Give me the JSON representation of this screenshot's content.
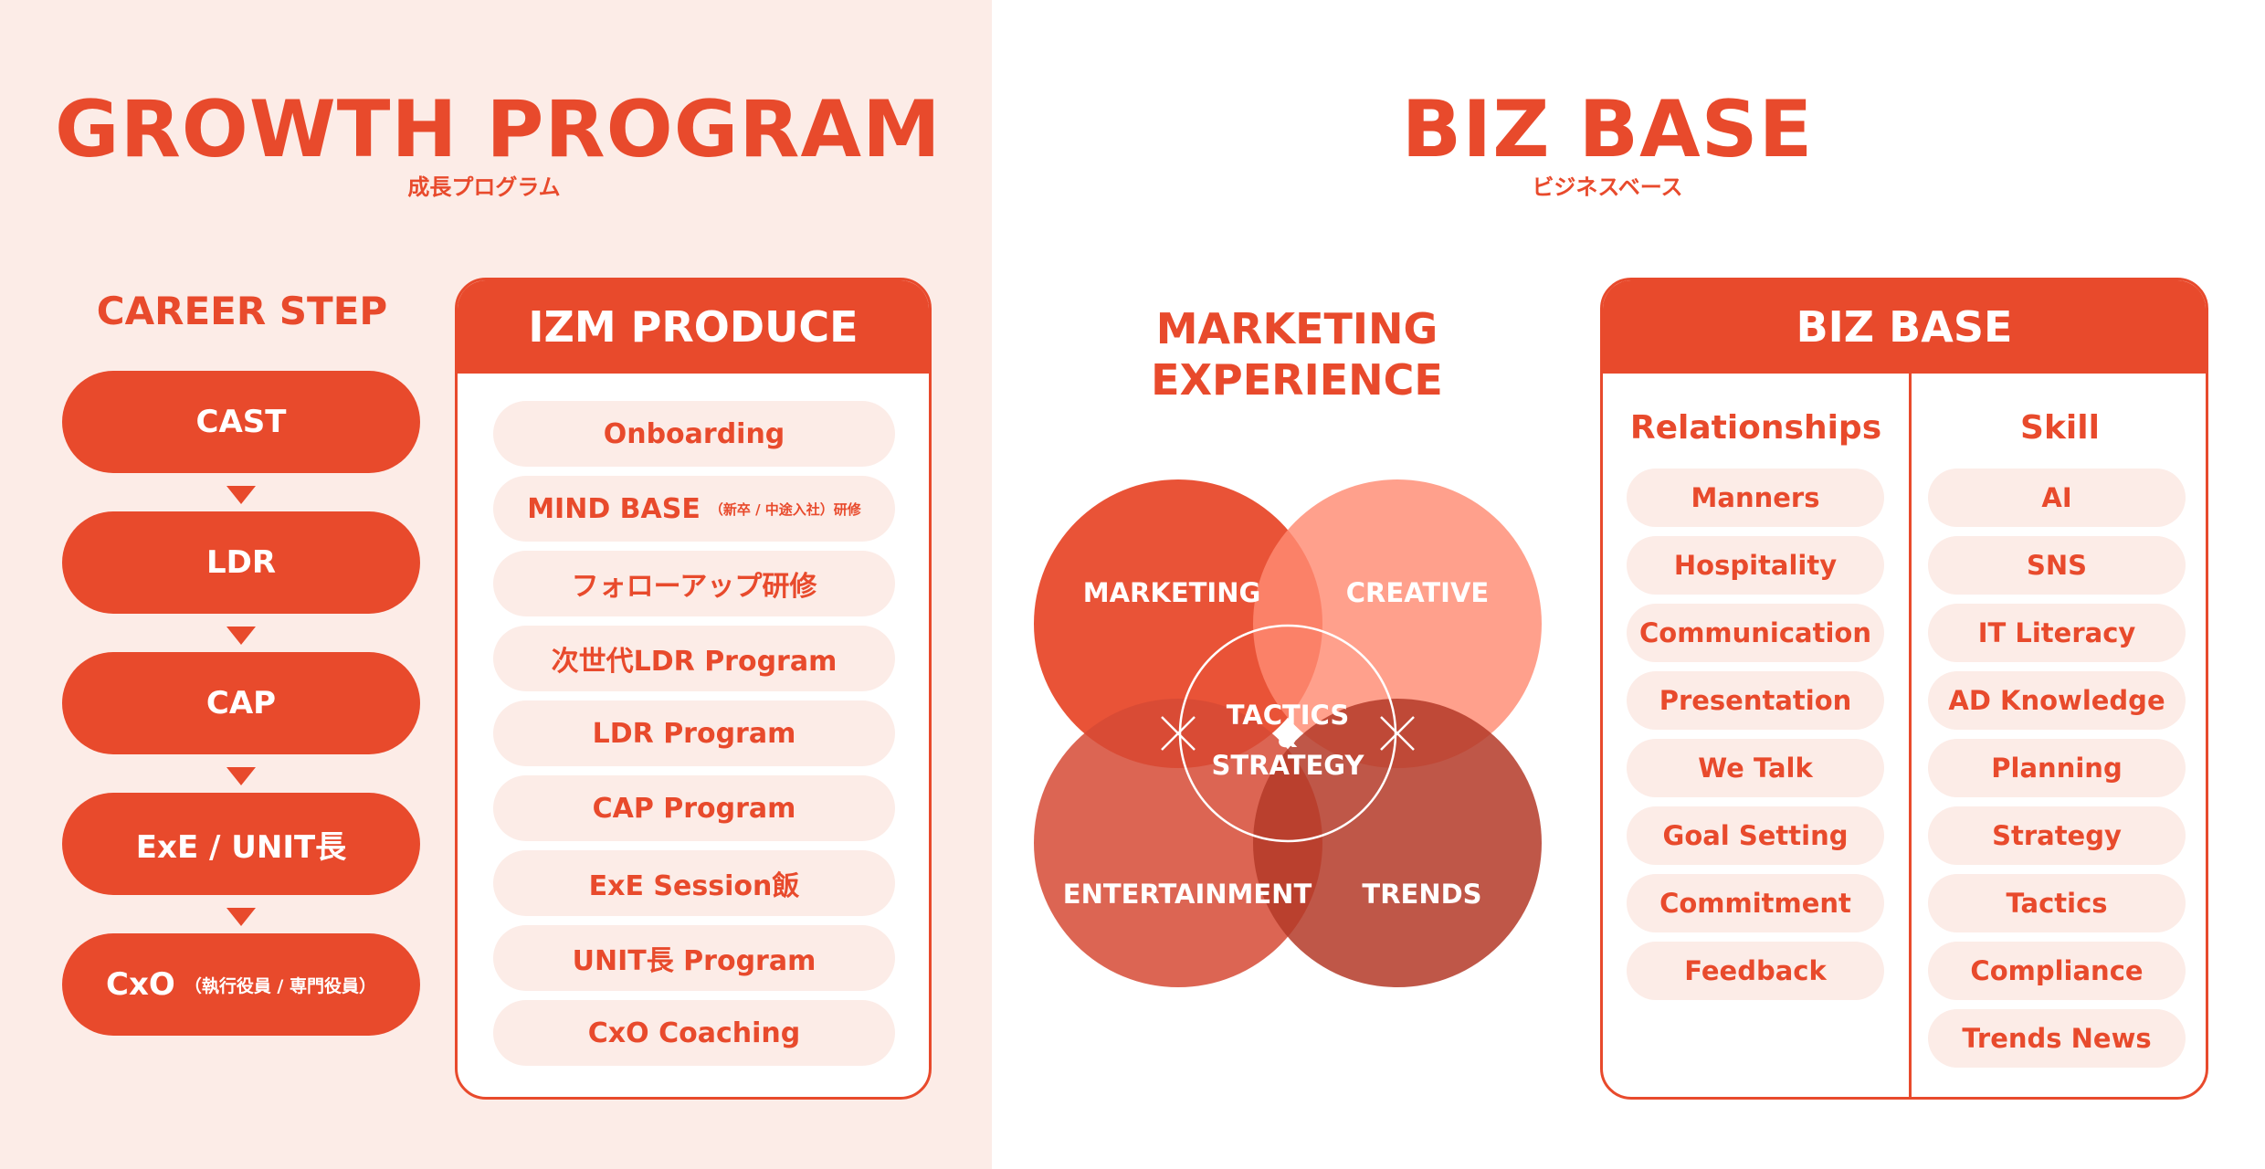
{
  "growth": {
    "title": "GROWTH PROGRAM",
    "subtitle": "成長プログラム",
    "career_heading": "CAREER STEP",
    "career_steps": [
      {
        "label": "CAST",
        "note": ""
      },
      {
        "label": "LDR",
        "note": ""
      },
      {
        "label": "CAP",
        "note": ""
      },
      {
        "label": "ExE / UNIT長",
        "note": ""
      },
      {
        "label": "CxO",
        "note": "（執行役員 / 専門役員）"
      }
    ],
    "izm": {
      "heading": "IZM PRODUCE",
      "items": [
        {
          "label": "Onboarding",
          "note": ""
        },
        {
          "label": "MIND BASE",
          "note": "（新卒 / 中途入社）研修"
        },
        {
          "label": "フォローアップ研修",
          "note": ""
        },
        {
          "label": "次世代LDR Program",
          "note": ""
        },
        {
          "label": "LDR Program",
          "note": ""
        },
        {
          "label": "CAP Program",
          "note": ""
        },
        {
          "label": "ExE  Session飯",
          "note": ""
        },
        {
          "label": "UNIT長  Program",
          "note": ""
        },
        {
          "label": "CxO Coaching",
          "note": ""
        }
      ]
    }
  },
  "bizbase": {
    "title": "BIZ BASE",
    "subtitle": "ビジネスベース",
    "marketing_heading_line1": "MARKETING",
    "marketing_heading_line2": "EXPERIENCE",
    "venn": {
      "circles": [
        "MARKETING",
        "CREATIVE",
        "ENTERTAINMENT",
        "TRENDS"
      ],
      "center_line1": "TACTICS",
      "center_amp": "&",
      "center_line2": "STRATEGY",
      "colors": {
        "marketing": "#e84a2c",
        "creative": "#ff8b73",
        "entertainment": "#d64a35",
        "trends": "#b43a28"
      }
    },
    "panel": {
      "heading": "BIZ BASE",
      "relationships_heading": "Relationships",
      "relationships": [
        "Manners",
        "Hospitality",
        "Communication",
        "Presentation",
        "We Talk",
        "Goal Setting",
        "Commitment",
        "Feedback"
      ],
      "skill_heading": "Skill",
      "skills": [
        "AI",
        "SNS",
        "IT Literacy",
        "AD Knowledge",
        "Planning",
        "Strategy",
        "Tactics",
        "Compliance",
        "Trends News"
      ]
    }
  },
  "colors": {
    "accent": "#e84a2c",
    "pill_bg": "#fcece7",
    "left_bg": "#fcece7"
  }
}
